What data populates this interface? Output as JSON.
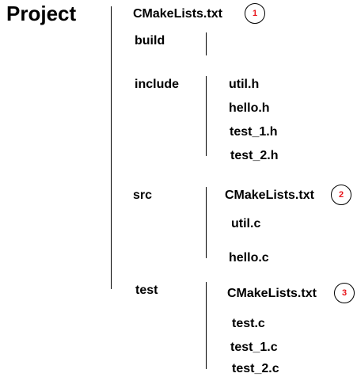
{
  "root": {
    "label": "Project",
    "file": "CMakeLists.txt",
    "badge": "1"
  },
  "folders": {
    "build": {
      "label": "build",
      "files": []
    },
    "include": {
      "label": "include",
      "files": [
        "util.h",
        "hello.h",
        "test_1.h",
        "test_2.h"
      ]
    },
    "src": {
      "label": "src",
      "cmake": "CMakeLists.txt",
      "badge": "2",
      "files": [
        "util.c",
        "hello.c"
      ]
    },
    "test": {
      "label": "test",
      "cmake": "CMakeLists.txt",
      "badge": "3",
      "files": [
        "test.c",
        "test_1.c",
        "test_2.c"
      ]
    }
  },
  "colors": {
    "badge_text": "#e8141b",
    "lines": "#000000"
  }
}
